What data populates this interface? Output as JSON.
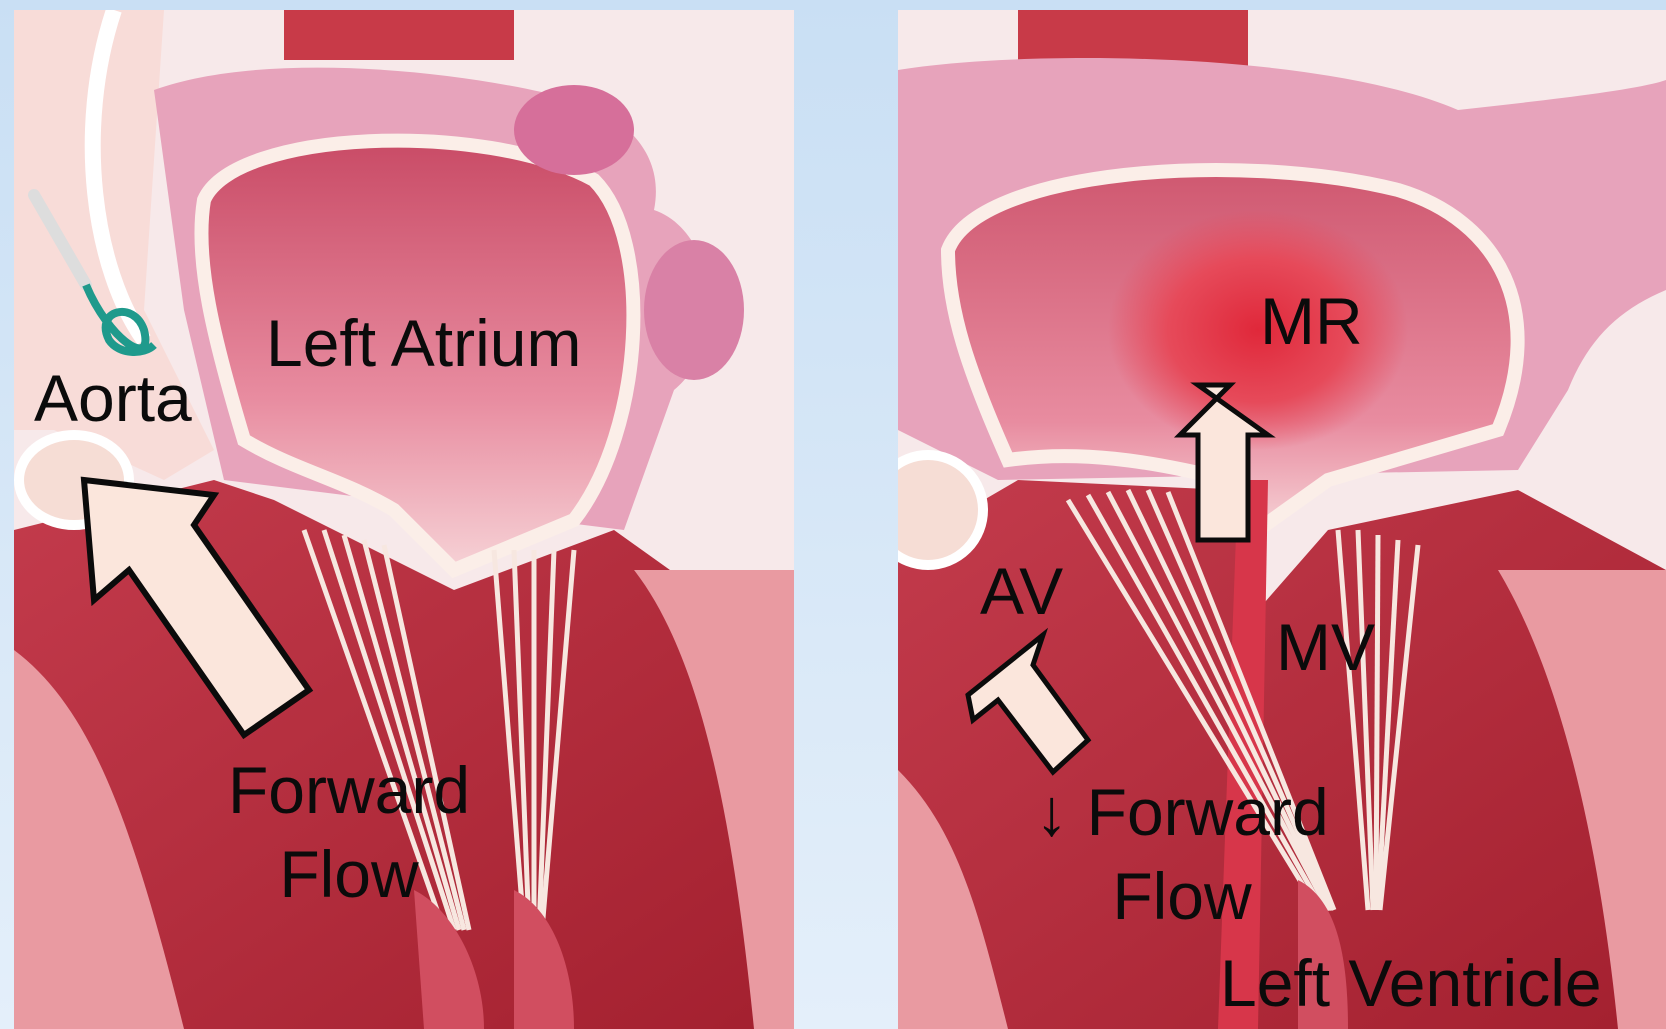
{
  "left_panel": {
    "labels": {
      "left_atrium": "Left Atrium",
      "aorta": "Aorta",
      "forward": "Forward",
      "flow": "Flow"
    }
  },
  "right_panel": {
    "labels": {
      "mr": "MR",
      "av": "AV",
      "mv": "MV",
      "reduced_forward": "↓ Forward",
      "flow": "Flow",
      "left_ventricle": "Left Ventricle"
    }
  },
  "colors": {
    "atrium": "#d8677f",
    "atrium_wall": "#e9a8be",
    "ventricle": "#b3283a",
    "ventricle_light": "#e0808c",
    "chordae": "#f7e7e0",
    "arrow_fill": "#fbe6dc",
    "regurgitant_jet": "#e0283a",
    "device": "#1f9a8c",
    "background": "#d8e8f6"
  }
}
